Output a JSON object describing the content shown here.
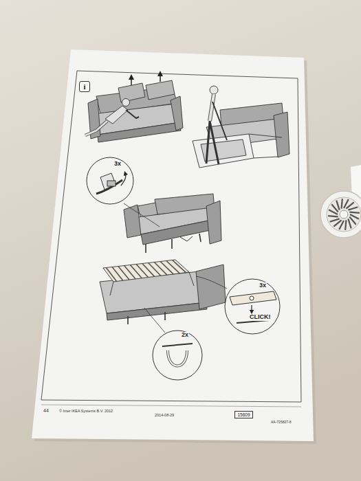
{
  "diagram": {
    "nodes": [
      {
        "text": [
          "i"
        ]
      },
      {
        "text": [
          "3x"
        ]
      },
      {
        "text": [
          "3x",
          "CLICK!"
        ]
      },
      {
        "text": [
          "2x"
        ]
      },
      {
        "text": [
          "15609"
        ]
      }
    ],
    "labels": [
      "44",
      "© Inter IKEA Systems B.V. 2012",
      "2014-08-29",
      "AA-725827-8"
    ]
  }
}
